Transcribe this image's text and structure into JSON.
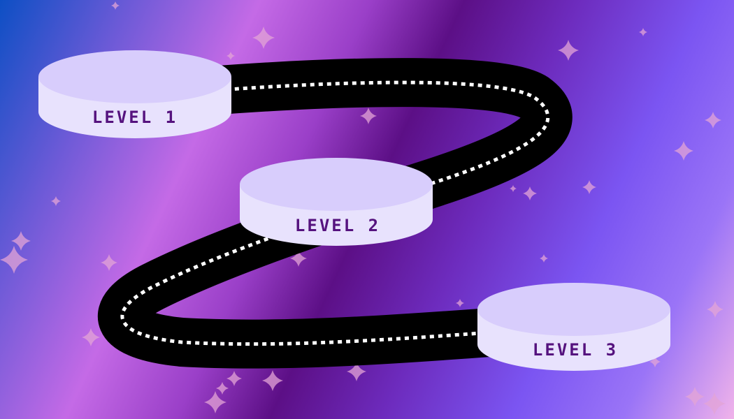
{
  "level_map": {
    "levels": [
      {
        "label": "LEVEL 1",
        "number": 1
      },
      {
        "label": "LEVEL 2",
        "number": 2
      },
      {
        "label": "LEVEL 3",
        "number": 3
      }
    ]
  },
  "colors": {
    "road": "#000000",
    "road_dashes": "#ffffff",
    "platform_top": "#d8cdfc",
    "platform_side": "#e8e2fd",
    "label_text": "#55127e",
    "sparkle": "#e3a4d6"
  },
  "icons": {
    "decor": "sparkle-star-icon"
  }
}
